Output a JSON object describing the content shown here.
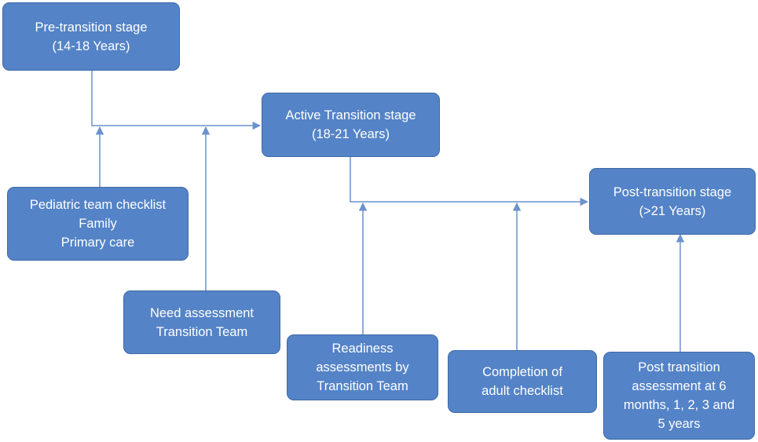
{
  "colors": {
    "node_fill": "#5483c7",
    "node_border": "#3f6aa6",
    "connector": "#6a92cc",
    "text": "#ffffff"
  },
  "nodes": {
    "pre_transition": {
      "lines": [
        "Pre-transition stage",
        "(14-18 Years)"
      ]
    },
    "pediatric_checklist": {
      "lines": [
        "Pediatric team checklist",
        "Family",
        "Primary care"
      ]
    },
    "need_assessment": {
      "lines": [
        "Need assessment",
        "Transition Team"
      ]
    },
    "active_transition": {
      "lines": [
        "Active Transition stage",
        "(18-21 Years)"
      ]
    },
    "readiness_assessments": {
      "lines": [
        "Readiness",
        "assessments by",
        "Transition Team"
      ]
    },
    "adult_checklist": {
      "lines": [
        "Completion of",
        "adult checklist"
      ]
    },
    "post_transition": {
      "lines": [
        "Post-transition stage",
        "(>21 Years)"
      ]
    },
    "post_transition_assessment": {
      "lines": [
        "Post transition",
        "assessment at 6",
        "months, 1, 2, 3 and",
        "5 years"
      ]
    }
  }
}
